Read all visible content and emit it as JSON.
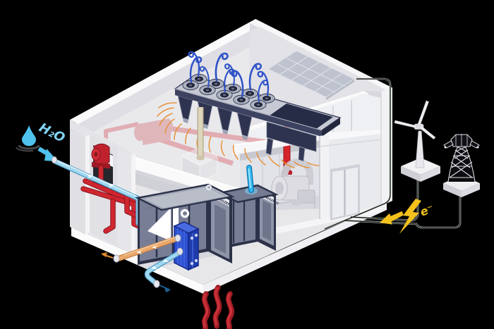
{
  "illustration": {
    "background_color": "#000000",
    "labels": {
      "water_label": "H₂O",
      "electricity_label": "e⁻",
      "container_logo": "4°",
      "container_brand": "ATMOSZERO"
    },
    "colors": {
      "water_blue": "#7fd2f2",
      "droplet_blue": "#4fc2ee",
      "pipe_cyan": "#a8def2",
      "pipe_red": "#cf2630",
      "pipe_orange": "#eaa86b",
      "pipe_bright_blue": "#2fb9f2",
      "electric_yellow": "#f2c11c",
      "heat_red": "#c1272d",
      "exchanger_blue": "#2b50d2",
      "container_navy": "#2c3249",
      "wall_light": "#e9e9ed",
      "cable_pale": "#dfe9df",
      "airflow_blue": "#2f52c8",
      "heat_arc_orange": "#e8913a"
    },
    "components": [
      {
        "name": "building-cutaway",
        "description": "isometric cutaway facility"
      },
      {
        "name": "mining-rig-rack",
        "description": "rack of miners with fans and airflow curls"
      },
      {
        "name": "solar-panel",
        "description": "rooftop solar array"
      },
      {
        "name": "heat-pump-containers",
        "description": "two navy containers"
      },
      {
        "name": "plate-heat-exchanger",
        "description": "blue plate heat exchanger"
      },
      {
        "name": "water-pump",
        "description": "red pump on wall"
      },
      {
        "name": "ghost-pump",
        "description": "faded pump machine"
      },
      {
        "name": "wind-turbine",
        "description": "wind turbine on pedestal"
      },
      {
        "name": "transmission-tower",
        "description": "power pylon on pedestal"
      },
      {
        "name": "power-cables",
        "description": "cables from grid to building"
      },
      {
        "name": "water-inlet",
        "description": "H2O inlet pipe"
      },
      {
        "name": "heat-waves",
        "description": "red heat symbol below building"
      }
    ]
  }
}
